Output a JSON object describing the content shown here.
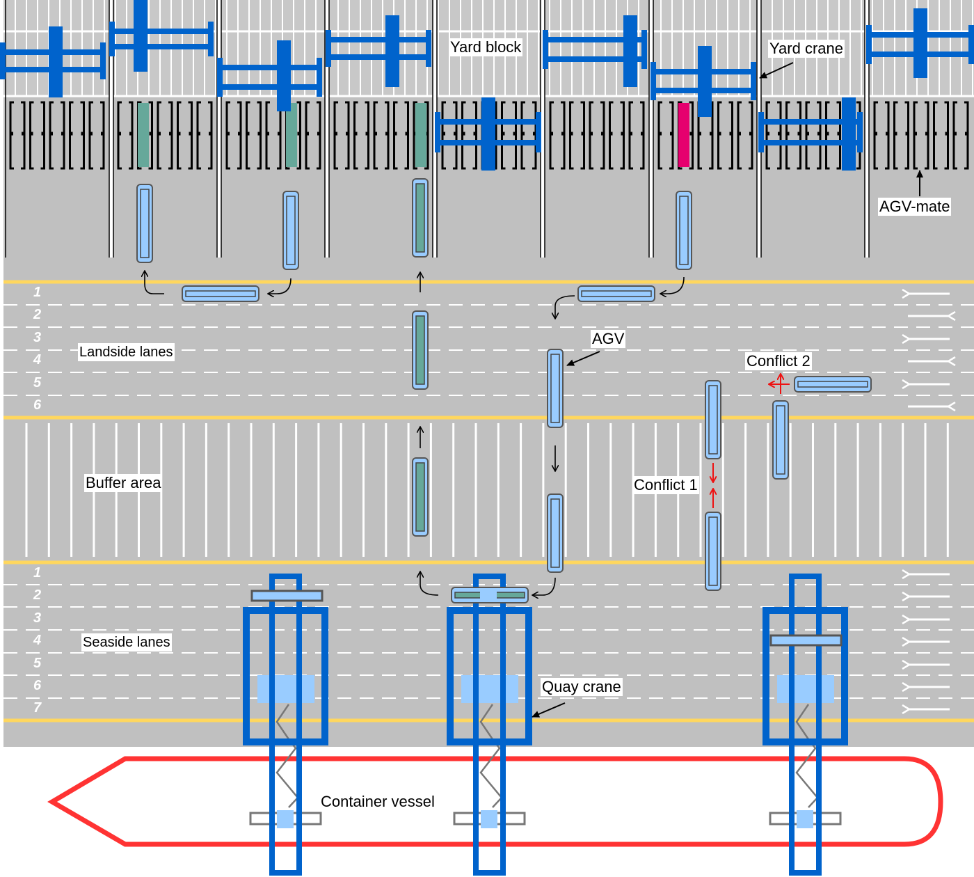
{
  "labels": {
    "yard_block": "Yard block",
    "yard_crane": "Yard crane",
    "agv_mate": "AGV-mate",
    "landside_lanes": "Landside lanes",
    "agv": "AGV",
    "conflict_2": "Conflict 2",
    "buffer_area": "Buffer area",
    "conflict_1": "Conflict 1",
    "seaside_lanes": "Seaside lanes",
    "quay_crane": "Quay crane",
    "container_vessel": "Container vessel"
  },
  "landside_lane_numbers": [
    "1",
    "2",
    "3",
    "4",
    "5",
    "6"
  ],
  "seaside_lane_numbers": [
    "1",
    "2",
    "3",
    "4",
    "5",
    "6",
    "7"
  ],
  "landside_lane_directions": [
    "left",
    "right",
    "left",
    "right",
    "left",
    "right"
  ],
  "seaside_lane_directions": [
    "left",
    "left",
    "left",
    "left",
    "left",
    "left",
    "left"
  ],
  "colors": {
    "crane": "#0063cc",
    "agv_empty": "#99ccff",
    "agv_loaded": "#66a89a",
    "target_slot": "#e6006e",
    "lane_border": "#ffd75e",
    "vessel": "#ff3333",
    "conflict": "#ee1111"
  }
}
